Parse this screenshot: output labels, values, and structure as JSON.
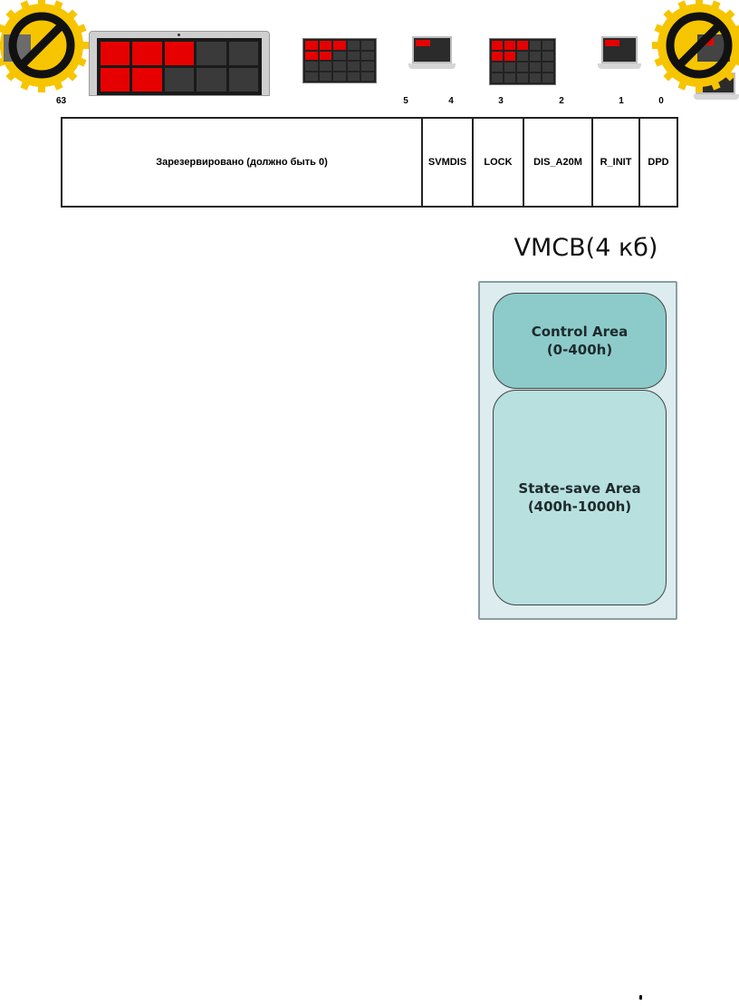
{
  "bit_numbers": {
    "b63": "63",
    "b5": "5",
    "b4": "4",
    "b3": "3",
    "b2": "2",
    "b1": "1",
    "b0": "0"
  },
  "register_fields": {
    "reserved": "Зарезервировано (должно быть 0)",
    "svmdis": "SVMDIS",
    "lock": "LOCK",
    "dis_a20m": "DIS_A20M",
    "r_init": "R_INIT",
    "dpd": "DPD"
  },
  "vmcb": {
    "title": "VMCB(4 кб)",
    "control_area": {
      "line1": "Control Area",
      "line2": "(0-400h)"
    },
    "state_save_area": {
      "line1": "State-save Area",
      "line2": "(400h-1000h)"
    }
  },
  "colors": {
    "prohibit_ring": "#f6c500",
    "prohibit_sign": "#111111",
    "grid_red": "#e60000",
    "control_area": "#8ccbca",
    "state_save_area": "#b7e0de",
    "vmcb_background": "#dcecef"
  },
  "icons": {
    "left_badge": "prohibited-sign-icon",
    "right_badge": "prohibited-sign-icon",
    "devices": "monitor-and-laptop-icons"
  }
}
